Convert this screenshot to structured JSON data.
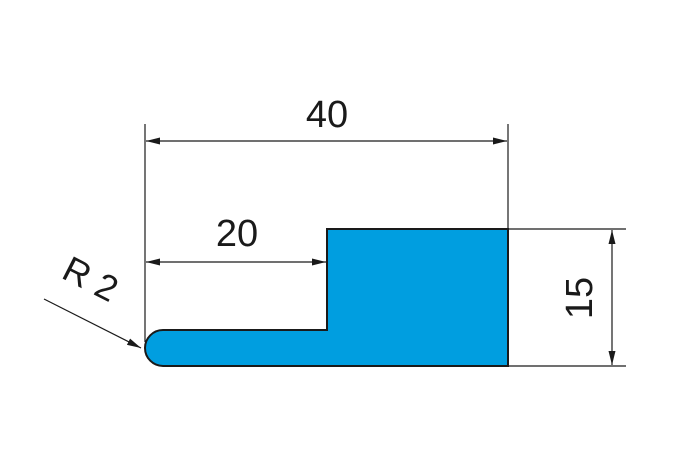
{
  "drawing": {
    "fill_color": "#009ee0",
    "dimensions": {
      "overall_width": "40",
      "step_width": "20",
      "height": "15",
      "radius": "R 2"
    }
  }
}
